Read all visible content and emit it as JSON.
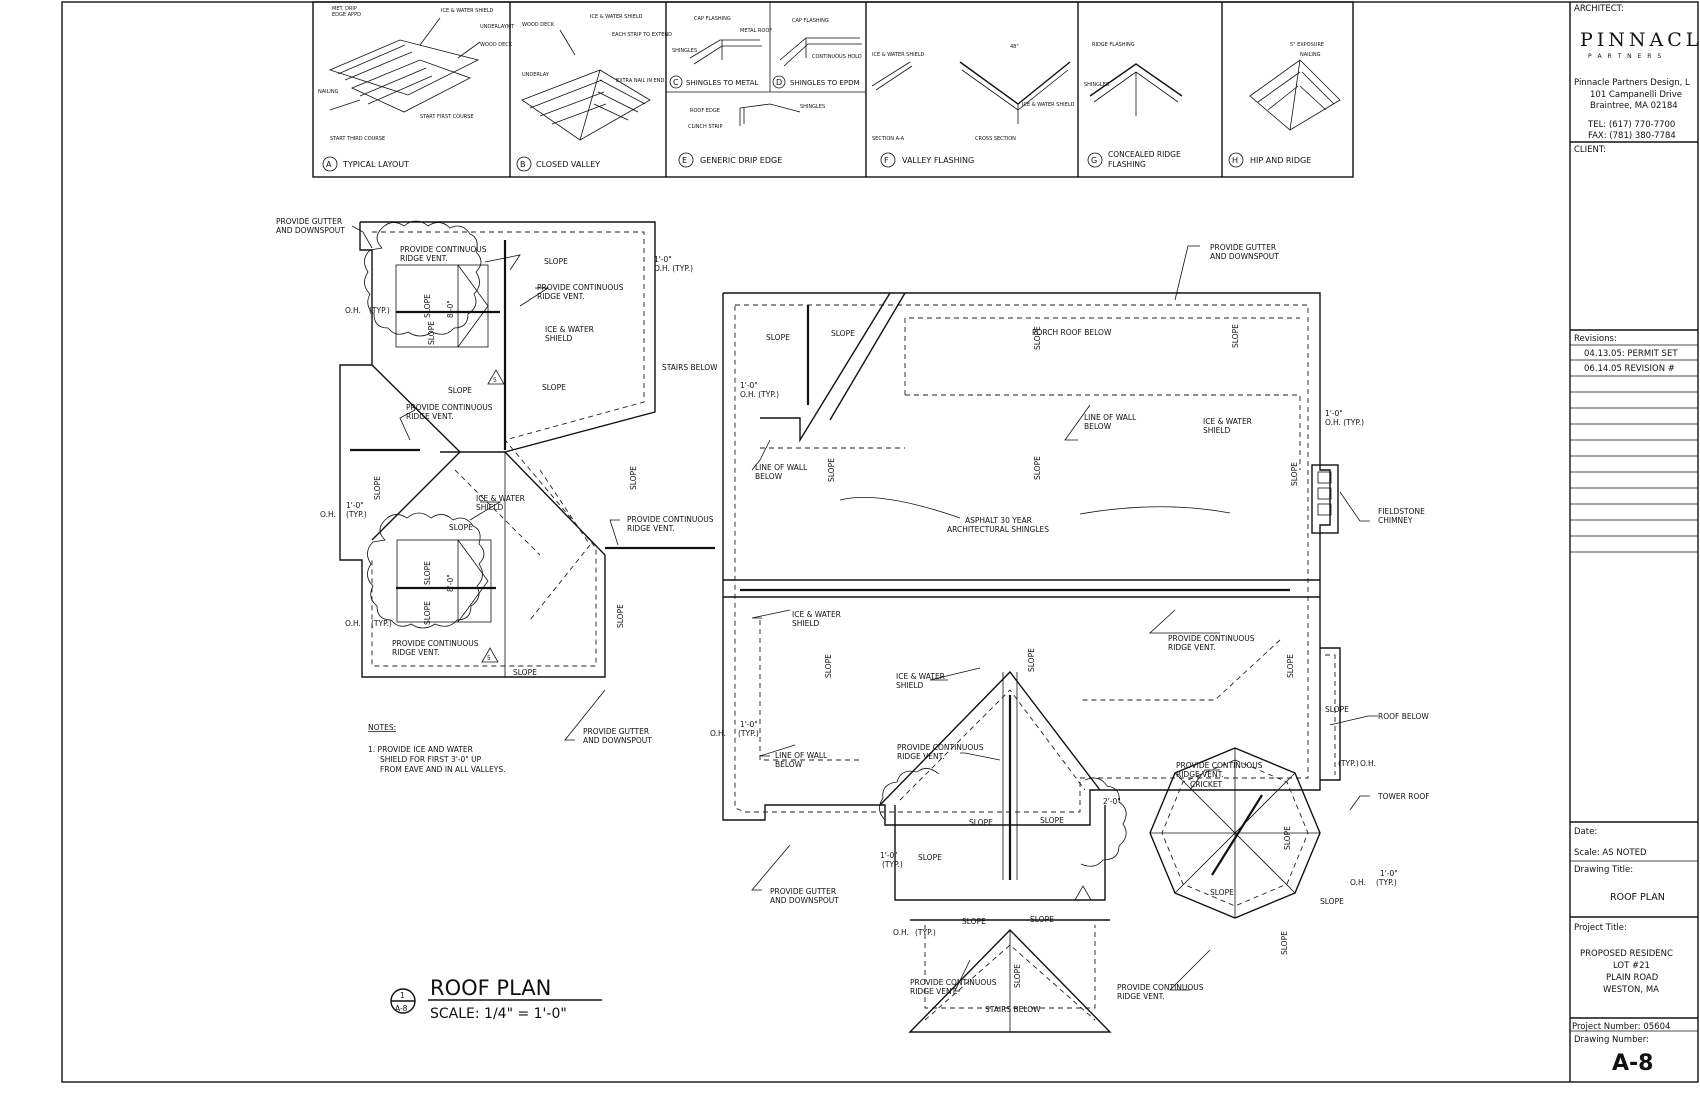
{
  "title_block": {
    "architect_label": "ARCHITECT:",
    "firm_logo": "PINNACLE",
    "firm_logo_sub": "P A R T N E R S",
    "firm_address": [
      "Pinnacle Partners Design, L",
      "101 Campanelli Drive",
      "Braintree, MA 02184"
    ],
    "firm_phone": [
      "TEL: (617) 770-7700",
      "FAX: (781) 380-7784"
    ],
    "client_label": "CLIENT:",
    "revisions_label": "Revisions:",
    "revisions": [
      "04.13.05: PERMIT SET",
      "06.14.05 REVISION #"
    ],
    "date_label": "Date:",
    "scale_text": "Scale: AS NOTED",
    "drawing_title_label": "Drawing Title:",
    "drawing_title": "ROOF PLAN",
    "project_title_label": "Project Title:",
    "project_title": [
      "PROPOSED RESIDENC",
      "LOT #21",
      "PLAIN ROAD",
      "WESTON, MA"
    ],
    "project_number": "Project Number: 05604",
    "drawing_number_label": "Drawing Number:",
    "drawing_number": "A-8"
  },
  "details": [
    {
      "letter": "A",
      "title": "TYPICAL LAYOUT"
    },
    {
      "letter": "B",
      "title": "CLOSED VALLEY"
    },
    {
      "letter": "C",
      "title": "SHINGLES TO METAL"
    },
    {
      "letter": "D",
      "title": "SHINGLES TO EPDM"
    },
    {
      "letter": "E",
      "title": "GENERIC DRIP EDGE"
    },
    {
      "letter": "F",
      "title": "VALLEY FLASHING"
    },
    {
      "letter": "G",
      "title": "CONCEALED RIDGE FLASHING"
    },
    {
      "letter": "H",
      "title": "HIP AND RIDGE"
    }
  ],
  "plan_title": {
    "number": "1",
    "sheet_ref": "A-8",
    "title": "ROOF PLAN",
    "scale": "SCALE: 1/4\" = 1'-0\""
  },
  "notes": {
    "heading": "NOTES:",
    "items": [
      "1. PROVIDE ICE AND WATER",
      "SHIELD FOR FIRST 3'-0\" UP",
      "FROM EAVE AND IN ALL VALLEYS."
    ]
  },
  "labels": {
    "gutter": "PROVIDE GUTTER",
    "downspout": "AND DOWNSPOUT",
    "ridge1": "PROVIDE CONTINUOUS",
    "ridge2": "RIDGE VENT.",
    "ice1": "ICE & WATER",
    "ice2": "SHIELD",
    "slope": "SLOPE",
    "stairs_below": "STAIRS BELOW",
    "porch_roof_below": "PORCH ROOF BELOW",
    "line_of_wall1": "LINE OF WALL",
    "line_of_wall2": "BELOW",
    "asphalt1": "ASPHALT 30 YEAR",
    "asphalt2": "ARCHITECTURAL SHINGLES",
    "fieldstone1": "FIELDSTONE",
    "fieldstone2": "CHIMNEY",
    "roof_below": "ROOF BELOW",
    "tower_roof": "TOWER ROOF",
    "cricket": "CRICKET",
    "oh": "O.H.",
    "typ": "(TYP.)",
    "one_foot": "1'-0\"",
    "oh_typ": "O.H. (TYP.)",
    "two_foot": "2'-0\"",
    "eight_foot": "8'-0\""
  }
}
